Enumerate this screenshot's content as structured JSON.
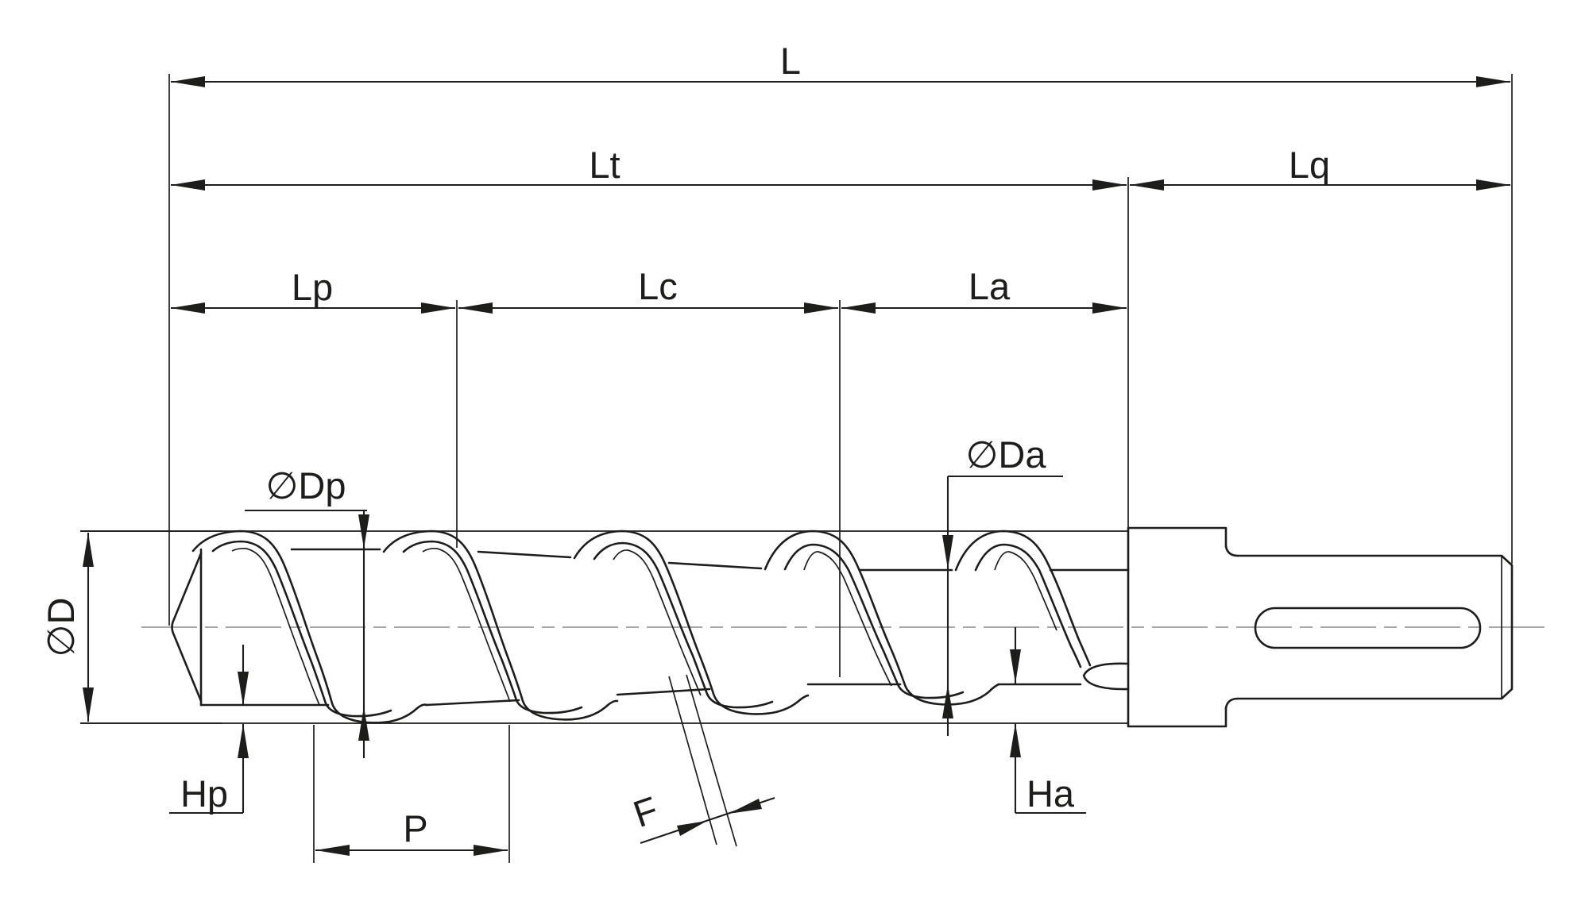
{
  "drawing": {
    "type": "technical-dimension-drawing",
    "subject": "extruder-screw",
    "background_color": "#ffffff",
    "line_color": "#1d1d1b",
    "centerline_color": "#9c9c9c",
    "labels": {
      "overall_length": "L",
      "threaded_length": "Lt",
      "shank_length": "Lq",
      "feed_section_length": "Lp",
      "compression_section_length": "Lc",
      "metering_section_length": "La",
      "outer_diameter": "∅D",
      "feed_root_diameter": "∅Dp",
      "metering_root_diameter": "∅Da",
      "feed_flight_depth": "Hp",
      "metering_flight_depth": "Ha",
      "pitch": "P",
      "flight_width": "F"
    }
  }
}
